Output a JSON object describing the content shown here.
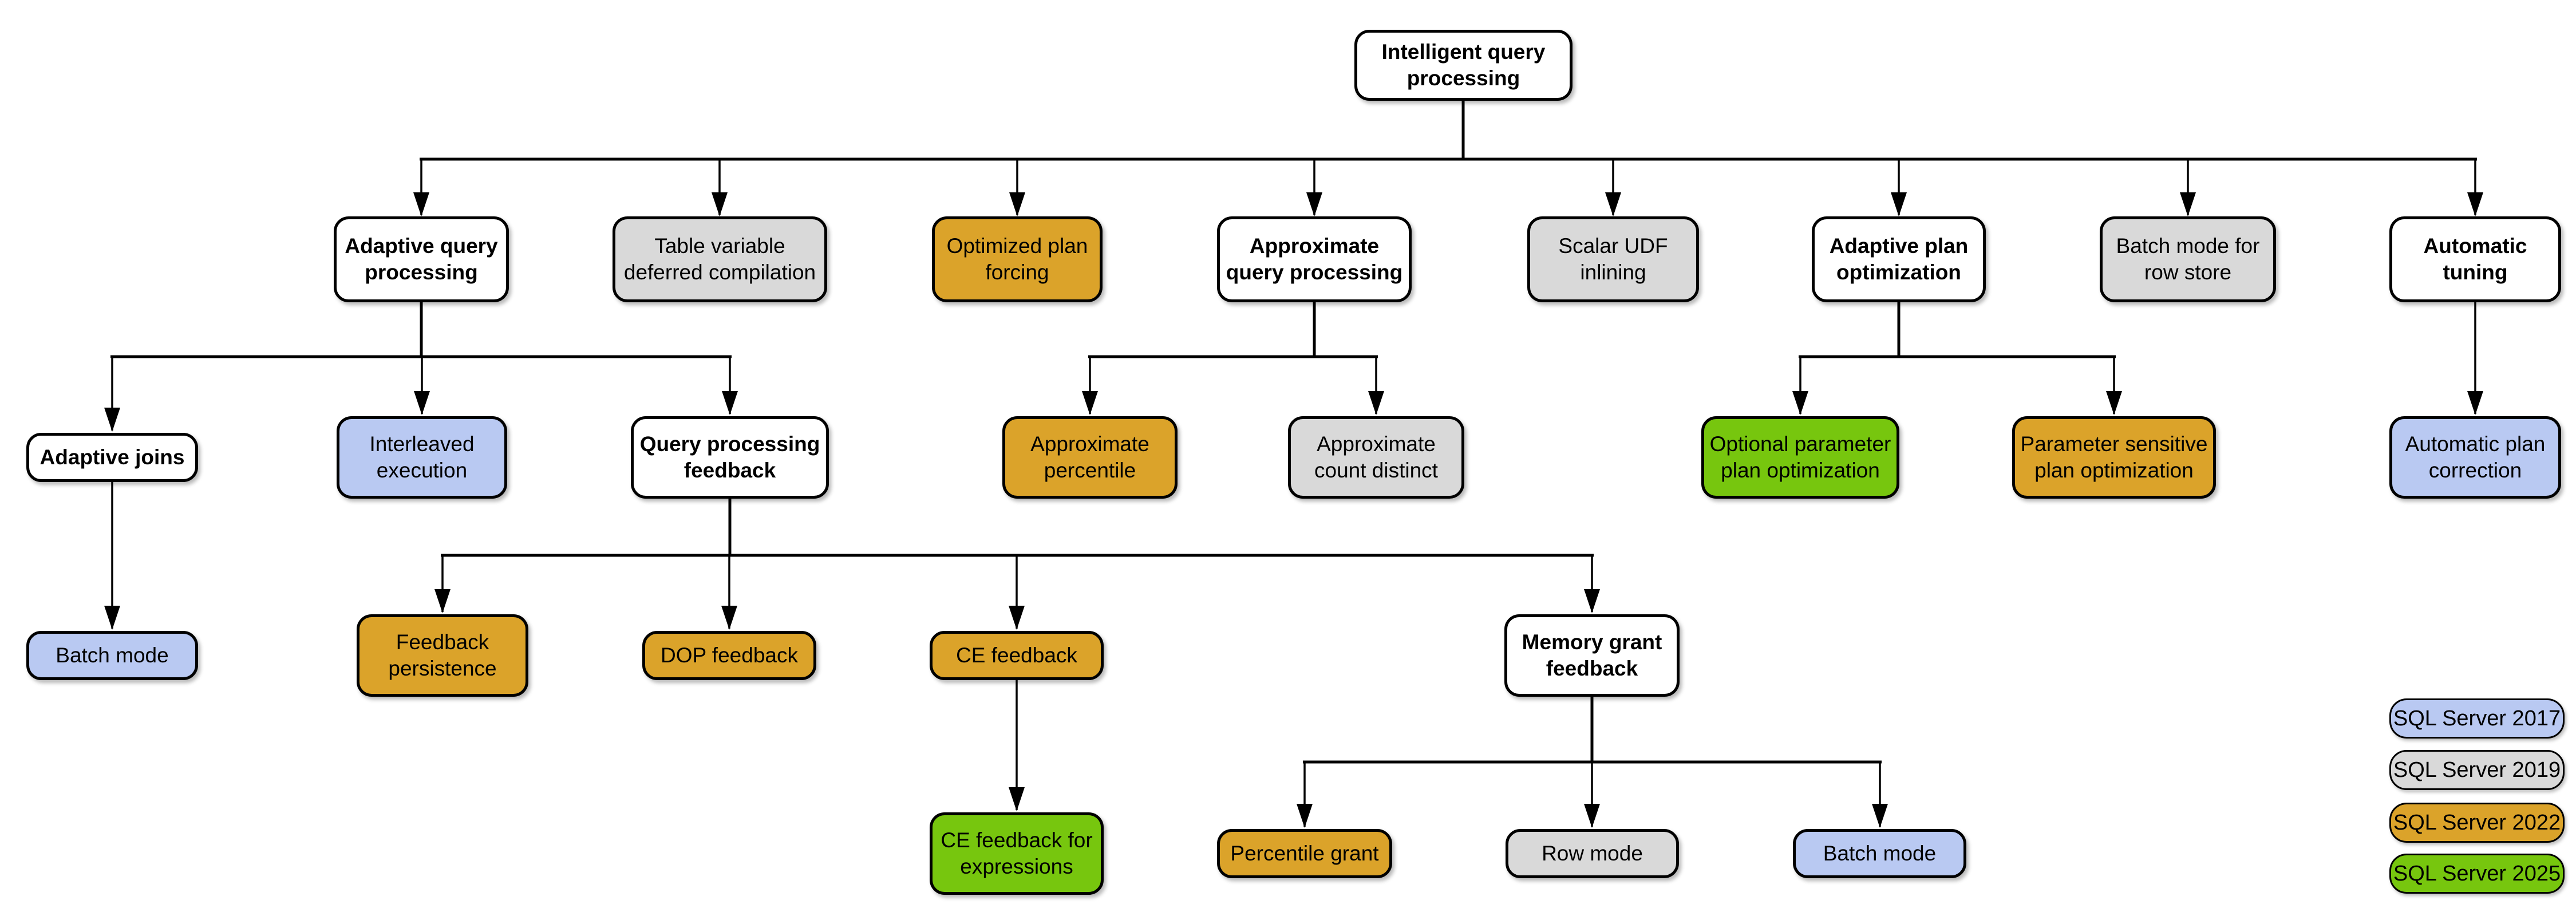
{
  "diagram": {
    "title": "Intelligent query processing feature family tree",
    "colors": {
      "sql_server_2017": "#b9c9f2",
      "sql_server_2019": "#d9d9d9",
      "sql_server_2022": "#dba32a",
      "sql_server_2025": "#77c60e",
      "uncolored_node": "#ffffff",
      "border_and_lines": "#000000"
    }
  },
  "nodes": [
    {
      "id": "root",
      "label": "Intelligent query\nprocessing",
      "version": "none"
    },
    {
      "id": "aqp",
      "label": "Adaptive query\nprocessing",
      "version": "none"
    },
    {
      "id": "tvdc",
      "label": "Table variable\ndeferred compilation",
      "version": "2019"
    },
    {
      "id": "opf",
      "label": "Optimized plan\nforcing",
      "version": "2022"
    },
    {
      "id": "aqproc",
      "label": "Approximate\nquery processing",
      "version": "none"
    },
    {
      "id": "sui",
      "label": "Scalar UDF\ninlining",
      "version": "2019"
    },
    {
      "id": "apo",
      "label": "Adaptive plan\noptimization",
      "version": "none"
    },
    {
      "id": "bmrs",
      "label": "Batch mode for\nrow store",
      "version": "2019"
    },
    {
      "id": "at",
      "label": "Automatic\ntuning",
      "version": "none"
    },
    {
      "id": "aj",
      "label": "Adaptive joins",
      "version": "none"
    },
    {
      "id": "ie",
      "label": "Interleaved\nexecution",
      "version": "2017"
    },
    {
      "id": "qpf",
      "label": "Query processing\nfeedback",
      "version": "none"
    },
    {
      "id": "apct",
      "label": "Approximate\npercentile",
      "version": "2022"
    },
    {
      "id": "acd",
      "label": "Approximate\ncount distinct",
      "version": "2019"
    },
    {
      "id": "oppo",
      "label": "Optional parameter\nplan optimization",
      "version": "2025"
    },
    {
      "id": "pspo",
      "label": "Parameter sensitive\nplan optimization",
      "version": "2022"
    },
    {
      "id": "apc",
      "label": "Automatic plan\ncorrection",
      "version": "2017"
    },
    {
      "id": "bm1",
      "label": "Batch mode",
      "version": "2017"
    },
    {
      "id": "fp",
      "label": "Feedback\npersistence",
      "version": "2022"
    },
    {
      "id": "dop",
      "label": "DOP feedback",
      "version": "2022"
    },
    {
      "id": "cef",
      "label": "CE feedback",
      "version": "2022"
    },
    {
      "id": "mgf",
      "label": "Memory grant\nfeedback",
      "version": "none"
    },
    {
      "id": "cefe",
      "label": "CE feedback for\nexpressions",
      "version": "2025"
    },
    {
      "id": "pg",
      "label": "Percentile grant",
      "version": "2022"
    },
    {
      "id": "rm",
      "label": "Row mode",
      "version": "2019"
    },
    {
      "id": "bm2",
      "label": "Batch mode",
      "version": "2017"
    }
  ],
  "legend": [
    {
      "label": "SQL Server 2017",
      "version": "2017"
    },
    {
      "label": "SQL Server 2019",
      "version": "2019"
    },
    {
      "label": "SQL Server 2022",
      "version": "2022"
    },
    {
      "label": "SQL Server 2025",
      "version": "2025"
    }
  ]
}
